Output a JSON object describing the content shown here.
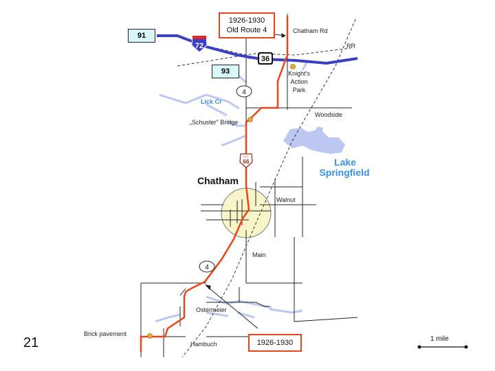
{
  "slide_number": "21",
  "callouts": {
    "top_line1": "1926-1930",
    "top_line2": "Old Route 4",
    "bottom": "1926-1930"
  },
  "highway_shields": {
    "i72": "72",
    "us36": "36",
    "il4_north": "4",
    "il4_south": "4",
    "us66": "66",
    "us66_top": "U.S."
  },
  "route_boxes": {
    "r91": "91",
    "r93": "93"
  },
  "labels": {
    "chatham_rd": "Chatham Rd",
    "rr": "RR",
    "knights_line1": "Knight's",
    "knights_line2": "Action",
    "knights_line3": "Park",
    "lick_cr": "Lick Cr",
    "woodside": "Woodside",
    "schuster_bridge": "„Schuster\" Bridge",
    "lake_line1": "Lake",
    "lake_line2": "Springfield",
    "chatham": "Chatham",
    "walnut": "Walnut",
    "main": "Main",
    "ostermeier": "Ostermeier",
    "brick_pavement": "Brick pavement",
    "hambuch": "Hambuch"
  },
  "scale_bar": {
    "label": "1 mile"
  },
  "colors": {
    "old_route": "#e8451c",
    "interstate": "#3a3fc4",
    "water": "#bcc8f2",
    "town_circle": "#f8f5c8",
    "roads": "#222222",
    "lake_label": "#3a8fe0",
    "poi_marker": "#f5a623",
    "route_box_fill": "#d9f6fb"
  },
  "icons": {
    "interstate": "interstate-shield-icon",
    "us_route": "us-route-shield-icon",
    "state_route": "state-route-oval-icon",
    "route66": "route-66-shield-icon",
    "poi": "orange-dot-icon"
  }
}
